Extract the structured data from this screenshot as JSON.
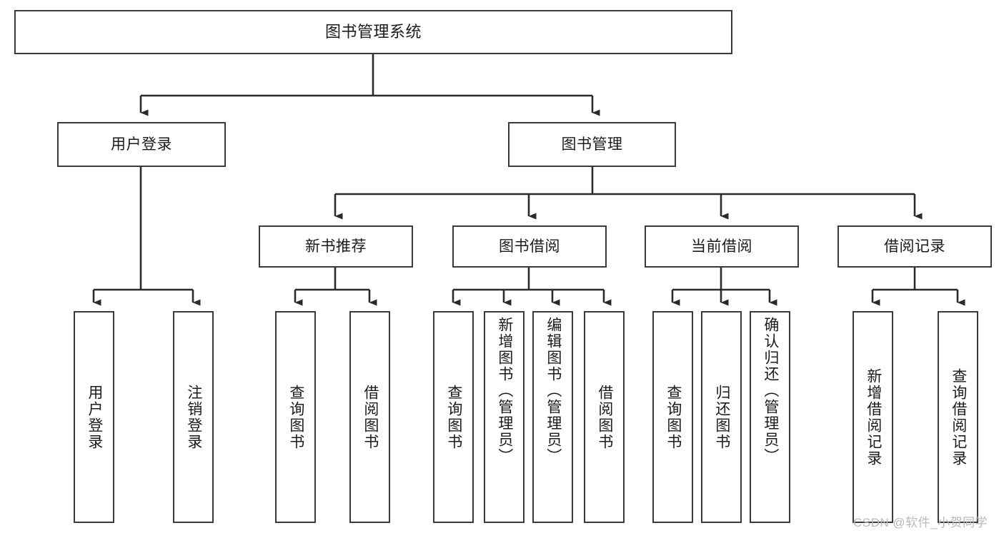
{
  "diagram": {
    "type": "tree-hierarchy",
    "title": "图书管理系统",
    "levels": 4,
    "root": {
      "id": "root",
      "label": "图书管理系统",
      "orientation": "horizontal"
    },
    "level2": [
      {
        "id": "user-login",
        "label": "用户登录",
        "orientation": "horizontal"
      },
      {
        "id": "book-management",
        "label": "图书管理",
        "orientation": "horizontal"
      }
    ],
    "level3": [
      {
        "id": "new-book-recommend",
        "label": "新书推荐",
        "orientation": "horizontal",
        "parent": "book-management"
      },
      {
        "id": "book-borrow",
        "label": "图书借阅",
        "orientation": "horizontal",
        "parent": "book-management"
      },
      {
        "id": "current-borrow",
        "label": "当前借阅",
        "orientation": "horizontal",
        "parent": "book-management"
      },
      {
        "id": "borrow-record",
        "label": "借阅记录",
        "orientation": "horizontal",
        "parent": "book-management"
      }
    ],
    "leaves": [
      {
        "id": "leaf-user-login",
        "label": "用户登录",
        "parent": "user-login",
        "orientation": "vertical"
      },
      {
        "id": "leaf-user-logout",
        "label": "注销登录",
        "parent": "user-login",
        "orientation": "vertical"
      },
      {
        "id": "leaf-query-book-1",
        "label": "查询图书",
        "parent": "new-book-recommend",
        "orientation": "vertical"
      },
      {
        "id": "leaf-borrow-book-1",
        "label": "借阅图书",
        "parent": "new-book-recommend",
        "orientation": "vertical"
      },
      {
        "id": "leaf-query-book-2",
        "label": "查询图书",
        "parent": "book-borrow",
        "orientation": "vertical"
      },
      {
        "id": "leaf-add-book",
        "label": "新增图书（管理员）",
        "parent": "book-borrow",
        "orientation": "vertical"
      },
      {
        "id": "leaf-edit-book",
        "label": "编辑图书（管理员）",
        "parent": "book-borrow",
        "orientation": "vertical"
      },
      {
        "id": "leaf-borrow-book-2",
        "label": "借阅图书",
        "parent": "book-borrow",
        "orientation": "vertical"
      },
      {
        "id": "leaf-query-book-3",
        "label": "查询图书",
        "parent": "current-borrow",
        "orientation": "vertical"
      },
      {
        "id": "leaf-return-book",
        "label": "归还图书",
        "parent": "current-borrow",
        "orientation": "vertical"
      },
      {
        "id": "leaf-confirm-return",
        "label": "确认归还（管理员）",
        "parent": "current-borrow",
        "orientation": "vertical"
      },
      {
        "id": "leaf-add-record",
        "label": "新增借阅记录",
        "parent": "borrow-record",
        "orientation": "vertical"
      },
      {
        "id": "leaf-query-record",
        "label": "查询借阅记录",
        "parent": "borrow-record",
        "orientation": "vertical"
      }
    ],
    "watermark": "CSDN @软件_小贺同学",
    "colors": {
      "stroke": "#3a3a3a",
      "text": "#1b1b1b",
      "background": "#ffffff",
      "watermark": "#b9b9b9"
    }
  }
}
